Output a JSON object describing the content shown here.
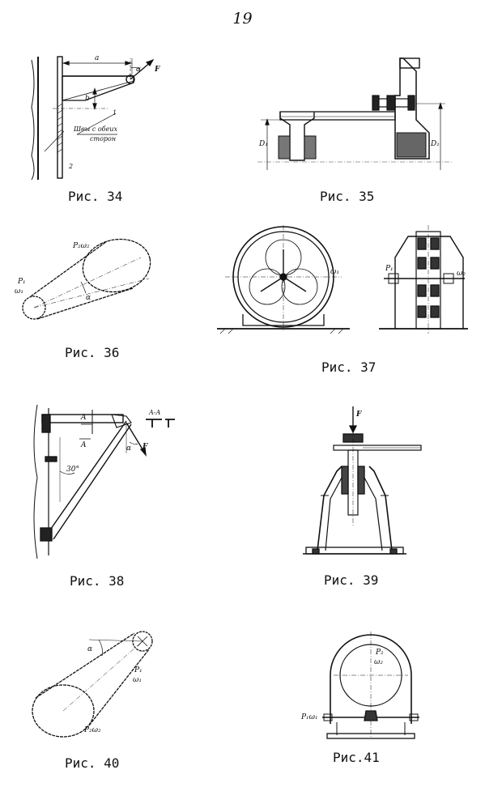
{
  "page_number": "19",
  "figures": [
    {
      "caption": "Рис. 34",
      "labels": [
        "a",
        "α",
        "F",
        "b",
        "1",
        "2",
        "Швы с обеих",
        "сторон"
      ]
    },
    {
      "caption": "Рис. 35",
      "labels": [
        "D₁",
        "D₁"
      ]
    },
    {
      "caption": "Рис. 36",
      "labels": [
        "P₂ω₂",
        "P₁",
        "ω₁",
        "α"
      ]
    },
    {
      "caption": "Рис. 37",
      "labels": [
        "ω₁",
        "P₁",
        "ω₂"
      ]
    },
    {
      "caption": "Рис. 38",
      "labels": [
        "A",
        "A",
        "A-A",
        "α",
        "F",
        "30°"
      ]
    },
    {
      "caption": "Рис. 39",
      "labels": [
        "F"
      ]
    },
    {
      "caption": "Рис. 40",
      "labels": [
        "α",
        "P₁",
        "ω₁",
        "P₂ω₂"
      ]
    },
    {
      "caption": "Рис.41",
      "labels": [
        "P₂",
        "ω₂",
        "P₁ω₁"
      ]
    }
  ]
}
